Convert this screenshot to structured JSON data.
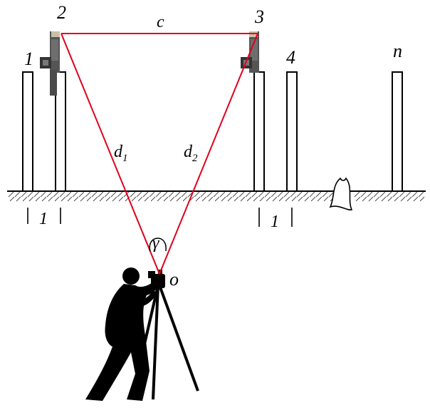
{
  "labels": {
    "pole_1": "1",
    "pole_2": "2",
    "pole_3": "3",
    "pole_4": "4",
    "pole_n": "n",
    "side_c": "c",
    "d1_main": "d",
    "d1_sub": "1",
    "d2_main": "d",
    "d2_sub": "2",
    "angle": "γ",
    "station": "o",
    "spacing_left": "1",
    "spacing_right": "1"
  },
  "colors": {
    "triangle": "#e0001b",
    "ink": "#000000",
    "prism": "#b8b8b8"
  },
  "icons": {
    "surveyor": "surveyor-with-theodolite-icon",
    "prism": "reflector-prism-icon",
    "break": "break-mark-icon"
  }
}
